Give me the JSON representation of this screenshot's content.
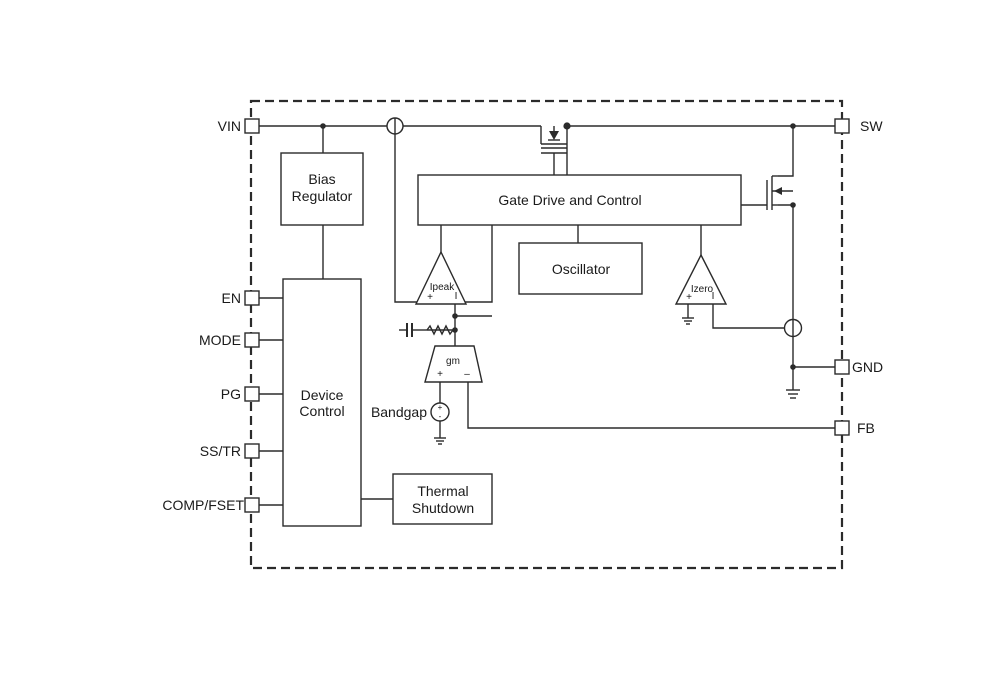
{
  "pins": {
    "vin": "VIN",
    "sw": "SW",
    "en": "EN",
    "mode": "MODE",
    "pg": "PG",
    "ss_tr": "SS/TR",
    "comp_fset": "COMP/FSET",
    "gnd": "GND",
    "fb": "FB"
  },
  "blocks": {
    "bias_regulator": [
      "Bias",
      "Regulator"
    ],
    "gate_drive": "Gate Drive and Control",
    "oscillator": "Oscillator",
    "device_control": [
      "Device",
      "Control"
    ],
    "thermal_shutdown": [
      "Thermal",
      "Shutdown"
    ]
  },
  "comparators": {
    "ipeak": {
      "label": "Ipeak",
      "plus": "+",
      "minus": "I"
    },
    "izero": {
      "label": "Izero",
      "plus": "+",
      "minus": "I"
    }
  },
  "error_amp": {
    "label": "gm",
    "plus": "+",
    "minus": "–"
  },
  "reference": {
    "label": "Bandgap",
    "plus": "+",
    "minus": "-"
  },
  "colors": {
    "line": "#2b2b2b",
    "background": "#ffffff"
  }
}
